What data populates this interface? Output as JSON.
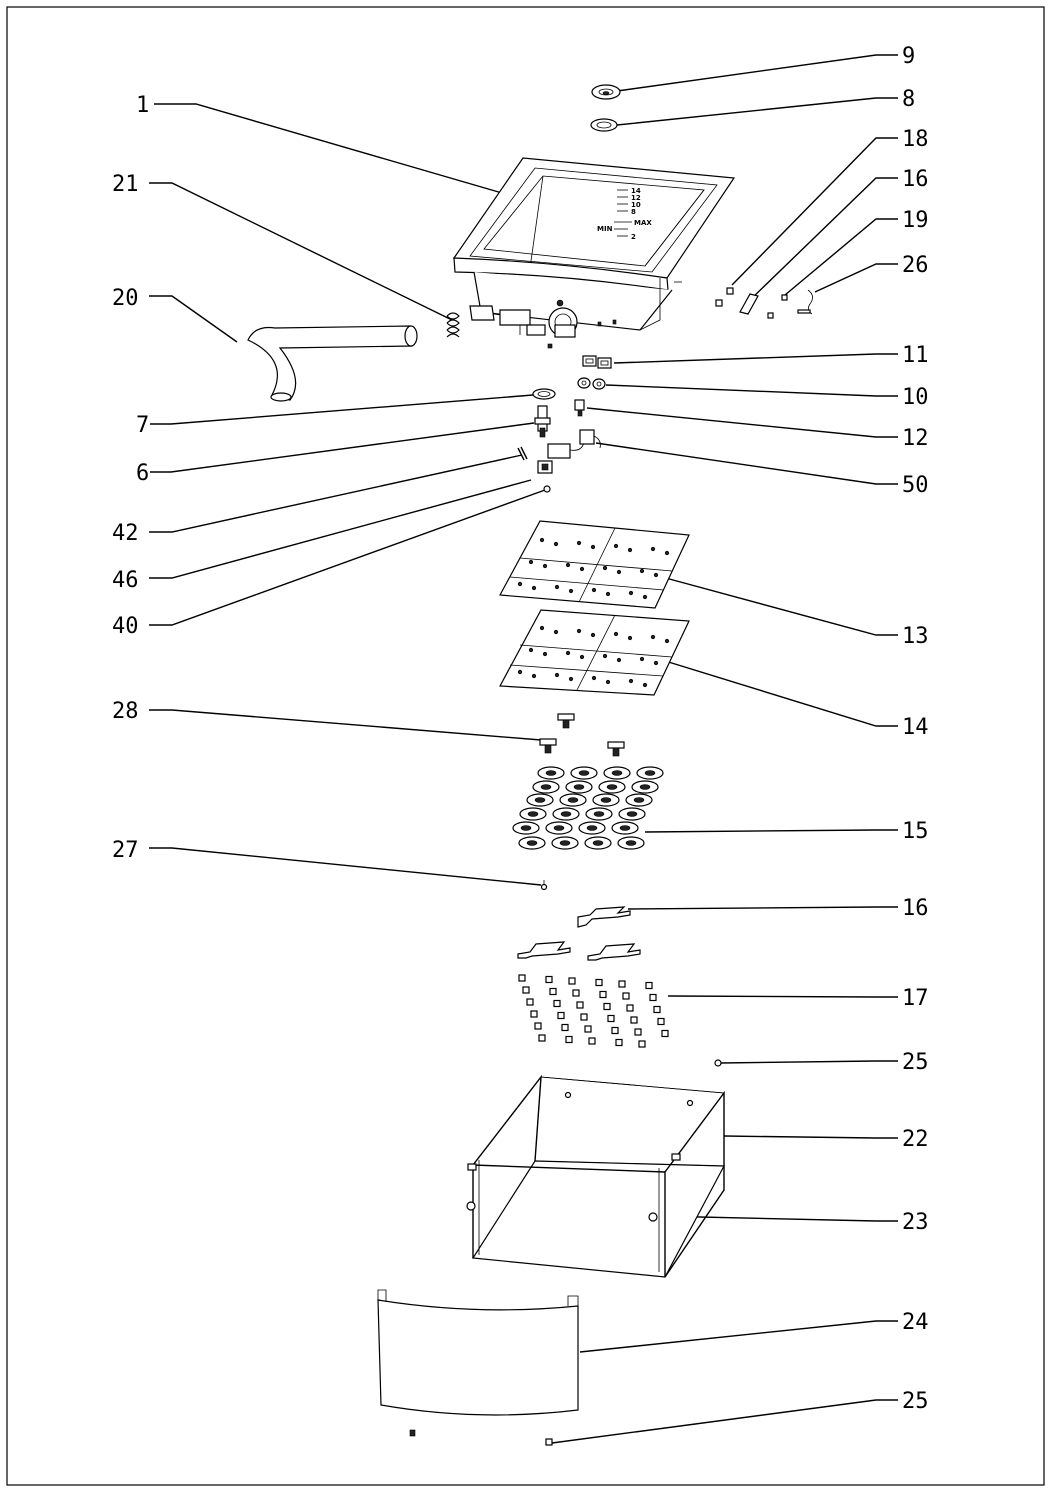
{
  "labels": {
    "l1": "1",
    "l21": "21",
    "l20": "20",
    "l7": "7",
    "l6": "6",
    "l42": "42",
    "l46": "46",
    "l40": "40",
    "l28": "28",
    "l27": "27",
    "l9": "9",
    "l8": "8",
    "l18": "18",
    "l16a": "16",
    "l19": "19",
    "l26": "26",
    "l11": "11",
    "l10": "10",
    "l12": "12",
    "l50": "50",
    "l13": "13",
    "l14": "14",
    "l15": "15",
    "l16b": "16",
    "l17": "17",
    "l25a": "25",
    "l22": "22",
    "l23": "23",
    "l24": "24",
    "l25b": "25"
  },
  "tank_scale": {
    "marks": [
      "14",
      "12",
      "10",
      "8"
    ],
    "max": "MAX",
    "min": "MIN",
    "bottom": "2"
  }
}
